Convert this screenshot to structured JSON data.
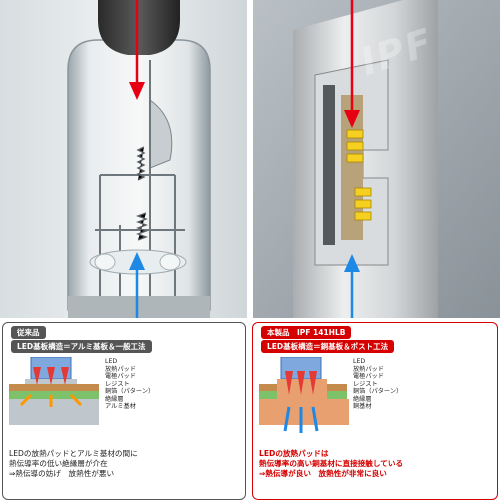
{
  "watermark": "IPF",
  "left_box": {
    "tag_line1": "従来品",
    "tag_line2": "LED基板構造＝アルミ基板＆一般工法",
    "layers": [
      "LED",
      "放熱パッド",
      "電極パッド",
      "レジスト",
      "銅箔（パターン）",
      "絶縁層",
      "アルミ基材"
    ],
    "caption": [
      "LEDの放熱パッドとアルミ基材の間に",
      "熱伝導率の低い絶縁層が介在",
      "⇒熱伝導の妨げ　放熱性が悪い"
    ]
  },
  "right_box": {
    "tag_line1": "本製品　IPF 141HLB",
    "tag_line2": "LED基板構造＝銅基板＆ポスト工法",
    "layers": [
      "LED",
      "放熱パッド",
      "電極パッド",
      "レジスト",
      "銅箔（パターン）",
      "絶縁層",
      "銅基材"
    ],
    "caption": [
      "LEDの放熱パッドは",
      "熱伝導率の高い銅基材に直接接触している",
      "⇒熱伝導が良い　放熱性が非常に良い"
    ]
  },
  "colors": {
    "red_arrow": "#e60012",
    "blue_arrow": "#1e88e5",
    "left_tag": "#555555",
    "right_tag": "#d50000"
  }
}
